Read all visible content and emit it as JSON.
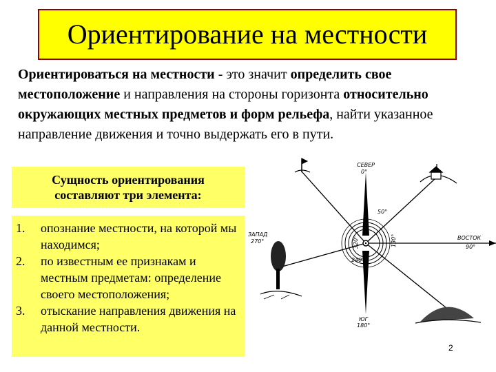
{
  "slide": {
    "title": "Ориентирование на местности",
    "intro": {
      "term": "Ориентироваться на местности",
      "text1": " - это значит ",
      "bold1": "определить свое местоположение",
      "text2": " и направления на стороны горизонта ",
      "bold2": "относительно окружающих местных предметов и форм рельефа",
      "text3": ", найти указанное направление движения и точно выдержать его в пути."
    },
    "essence": {
      "line1": "Сущность ориентирования",
      "line2": "составляют три элемента:"
    },
    "elements": [
      {
        "num": "1.",
        "text": "опознание местности, на которой мы находимся;"
      },
      {
        "num": "2.",
        "text": "по известным ее признакам и местным предметам: определение своего местоположения;"
      },
      {
        "num": "3.",
        "text": "отыскание направления движения на данной местности."
      }
    ],
    "page_number": "2"
  },
  "diagram": {
    "north": {
      "name": "СЕВЕР",
      "deg": "0°"
    },
    "south": {
      "name": "ЮГ",
      "deg": "180°"
    },
    "east": {
      "name": "ВОСТОК",
      "deg": "90°"
    },
    "west": {
      "name": "ЗАПАД",
      "deg": "270°"
    },
    "angles": [
      "50°",
      "130°",
      "320°",
      "240°"
    ]
  }
}
